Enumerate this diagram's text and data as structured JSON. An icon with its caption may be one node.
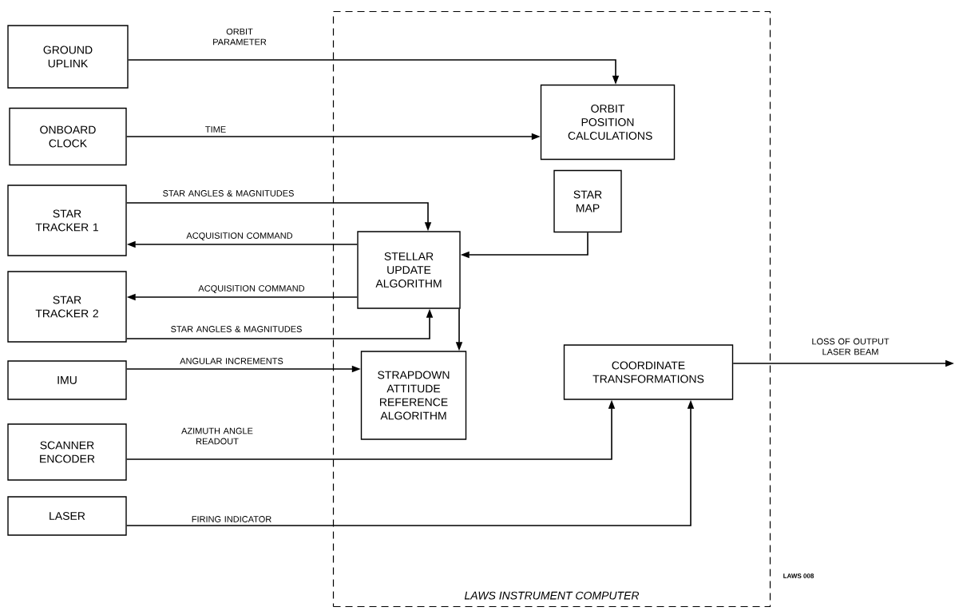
{
  "diagram": {
    "nodes": [
      {
        "text": [
          "GROUND UPLINK"
        ]
      },
      {
        "text": [
          "ONBOARD CLOCK"
        ]
      },
      {
        "text": [
          "STAR TRACKER 1"
        ]
      },
      {
        "text": [
          "STAR TRACKER 2"
        ]
      },
      {
        "text": [
          "IMU"
        ]
      },
      {
        "text": [
          "SCANNER ENCODER"
        ]
      },
      {
        "text": [
          "LASER"
        ]
      },
      {
        "text": [
          "LAWS INSTRUMENT COMPUTER"
        ]
      },
      {
        "text": [
          "ORBIT POSITION CALCULATIONS"
        ],
        "in": 7
      },
      {
        "text": [
          "STAR MAP"
        ],
        "in": 7
      },
      {
        "text": [
          "STELLAR UPDATE ALGORITHM"
        ],
        "in": 7
      },
      {
        "text": [
          "STRAPDOWN ATTITUDE REFERENCE ALGORITHM"
        ],
        "in": 7
      },
      {
        "text": [
          "COORDINATE TRANSFORMATIONS"
        ],
        "in": 7
      }
    ],
    "edges": [
      {
        "from": 0,
        "to": 8,
        "arrow": "to",
        "label": "ORBIT PARAMETER"
      },
      {
        "from": 1,
        "to": 8,
        "arrow": "to",
        "label": "TIME"
      },
      {
        "from": 2,
        "to": 10,
        "arrow": "to",
        "label": "STAR ANGLES & MAGNITUDES"
      },
      {
        "from": 10,
        "to": 2,
        "arrow": "to",
        "label": "ACQUISITION COMMAND"
      },
      {
        "from": 10,
        "to": 3,
        "arrow": "to",
        "label": "ACQUISITION COMMAND"
      },
      {
        "from": 3,
        "to": 10,
        "arrow": "to",
        "label": "STAR ANGLES & MAGNITUDES"
      },
      {
        "from": 9,
        "to": 10,
        "arrow": "to"
      },
      {
        "from": 10,
        "to": 11,
        "arrow": "to"
      },
      {
        "from": 4,
        "to": 11,
        "arrow": "to",
        "label": "ANGULAR INCREMENTS"
      },
      {
        "from": 5,
        "to": 12,
        "arrow": "to",
        "label": "AZIMUTH ANGLE READOUT"
      },
      {
        "from": 6,
        "to": 12,
        "arrow": "to",
        "label": "FIRING INDICATOR"
      },
      {
        "from": 12,
        "to": null,
        "arrow": "to",
        "label": "LOSS OF OUTPUT LASER BEAM"
      }
    ],
    "labels": [
      "LAWS 008"
    ]
  }
}
